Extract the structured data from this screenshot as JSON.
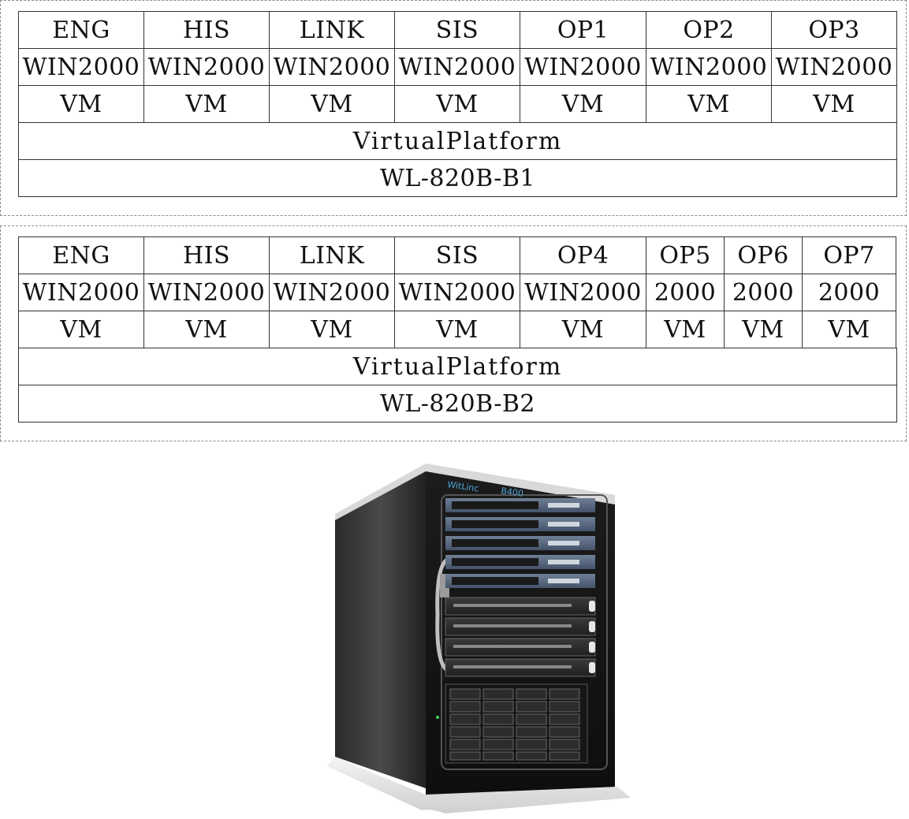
{
  "groups": [
    {
      "columns": [
        {
          "name": "ENG",
          "os": "WIN2000",
          "vm": "VM"
        },
        {
          "name": "HIS",
          "os": "WIN2000",
          "vm": "VM"
        },
        {
          "name": "LINK",
          "os": "WIN2000",
          "vm": "VM"
        },
        {
          "name": "SIS",
          "os": "WIN2000",
          "vm": "VM"
        },
        {
          "name": "OP1",
          "os": "WIN2000",
          "vm": "VM"
        },
        {
          "name": "OP2",
          "os": "WIN2000",
          "vm": "VM"
        },
        {
          "name": "OP3",
          "os": "WIN2000",
          "vm": "VM"
        }
      ],
      "platform": "VirtualPlatform",
      "host": "WL-820B-B1"
    },
    {
      "columns": [
        {
          "name": "ENG",
          "os": "WIN2000",
          "vm": "VM"
        },
        {
          "name": "HIS",
          "os": "WIN2000",
          "vm": "VM"
        },
        {
          "name": "LINK",
          "os": "WIN2000",
          "vm": "VM"
        },
        {
          "name": "SIS",
          "os": "WIN2000",
          "vm": "VM"
        },
        {
          "name": "OP4",
          "os": "WIN2000",
          "vm": "VM"
        },
        {
          "name": "OP5",
          "os": "2000",
          "vm": "VM"
        },
        {
          "name": "OP6",
          "os": "2000",
          "vm": "VM"
        },
        {
          "name": "OP7",
          "os": "2000",
          "vm": "VM"
        }
      ],
      "platform": "VirtualPlatform",
      "host": "WL-820B-B2"
    }
  ],
  "cabinet": {
    "brand": "WitLinc",
    "model": "B400",
    "switch_count": 5,
    "server_count": 4,
    "drive_bay_rows": 6,
    "drive_bay_columns": 4
  }
}
